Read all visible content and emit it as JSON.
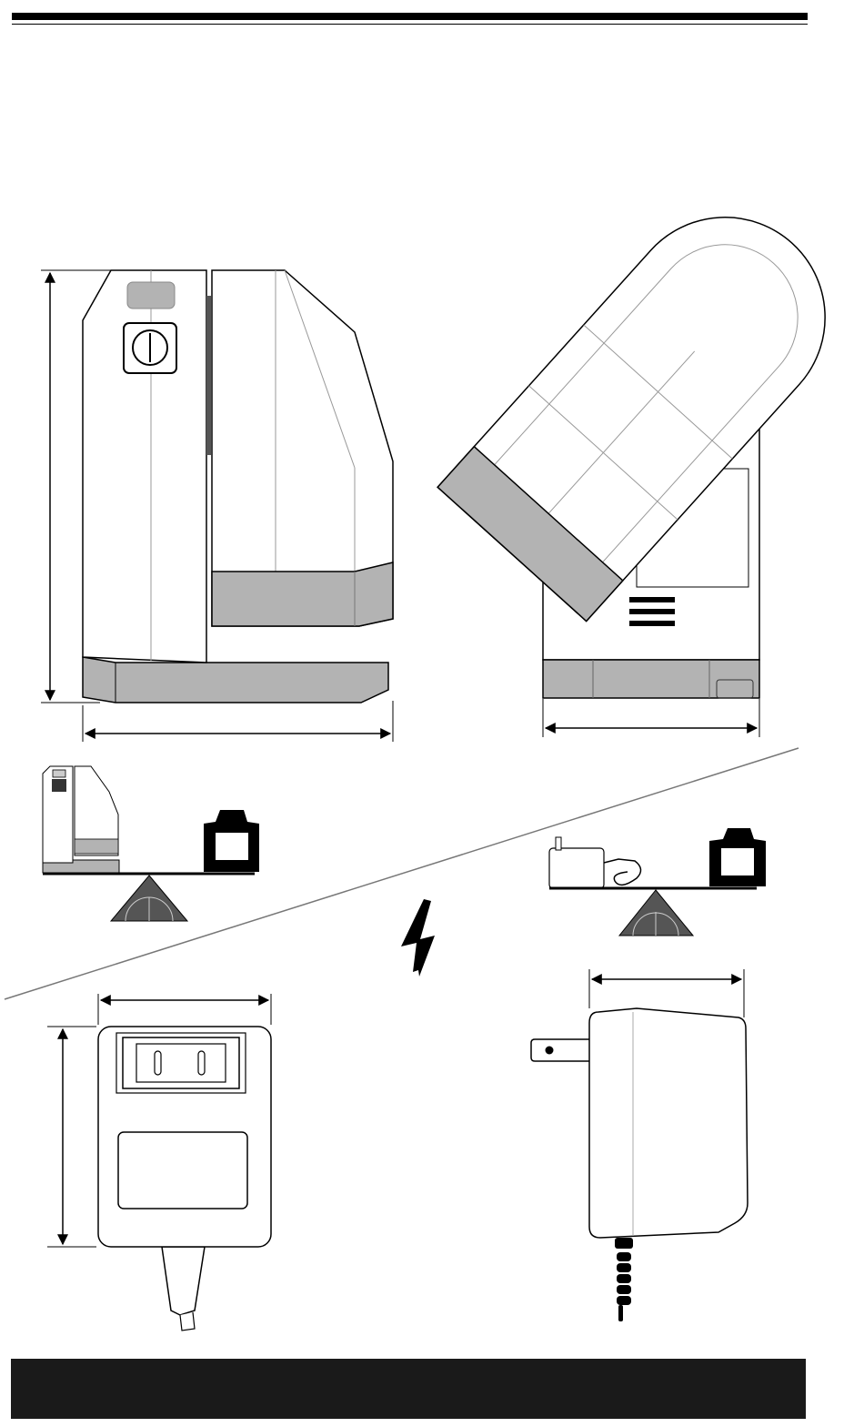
{
  "page": {
    "rule_color": "#000000",
    "footer_bar_color": "#1a1a1a"
  },
  "palette": {
    "line": "#000000",
    "shade": "#b3b3b3",
    "thin_line": "#888888",
    "fulcrum": "#555555"
  },
  "figures": [
    {
      "name": "unit-side-view",
      "dimension_arrows": [
        "height",
        "width"
      ]
    },
    {
      "name": "unit-front-view-tilted",
      "dimension_arrows": [
        "width"
      ]
    },
    {
      "name": "balance-scale-unit",
      "icons": [
        "weight-icon",
        "fulcrum-icon"
      ]
    },
    {
      "name": "balance-scale-adapter",
      "icons": [
        "weight-icon",
        "fulcrum-icon"
      ]
    },
    {
      "name": "lightning-bolt",
      "icons": [
        "lightning-icon"
      ]
    },
    {
      "name": "adapter-front-view",
      "dimension_arrows": [
        "width",
        "height"
      ]
    },
    {
      "name": "adapter-side-view",
      "dimension_arrows": [
        "depth"
      ]
    }
  ]
}
